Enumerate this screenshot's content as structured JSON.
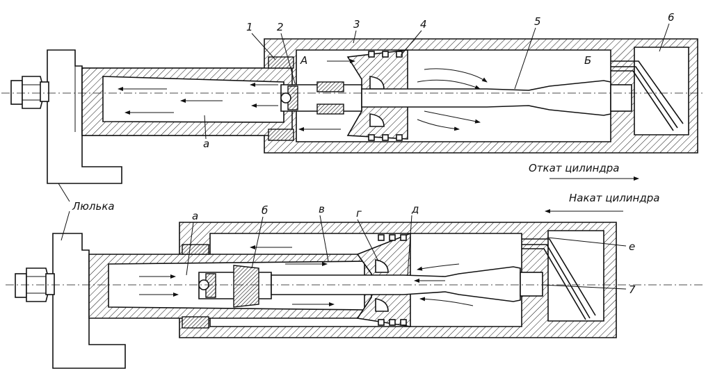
{
  "diagram": {
    "top": {
      "labels": [
        "1",
        "2",
        "3",
        "4",
        "5",
        "6"
      ],
      "chamber_a": "А",
      "chamber_b": "Б",
      "channel_a": "а",
      "motion_caption": "Откат цилиндра"
    },
    "bottom": {
      "labels": [
        "а",
        "б",
        "в",
        "г",
        "д",
        "е",
        "7"
      ],
      "motion_caption": "Накат цилиндра",
      "cradle_label": "Люлька"
    }
  }
}
